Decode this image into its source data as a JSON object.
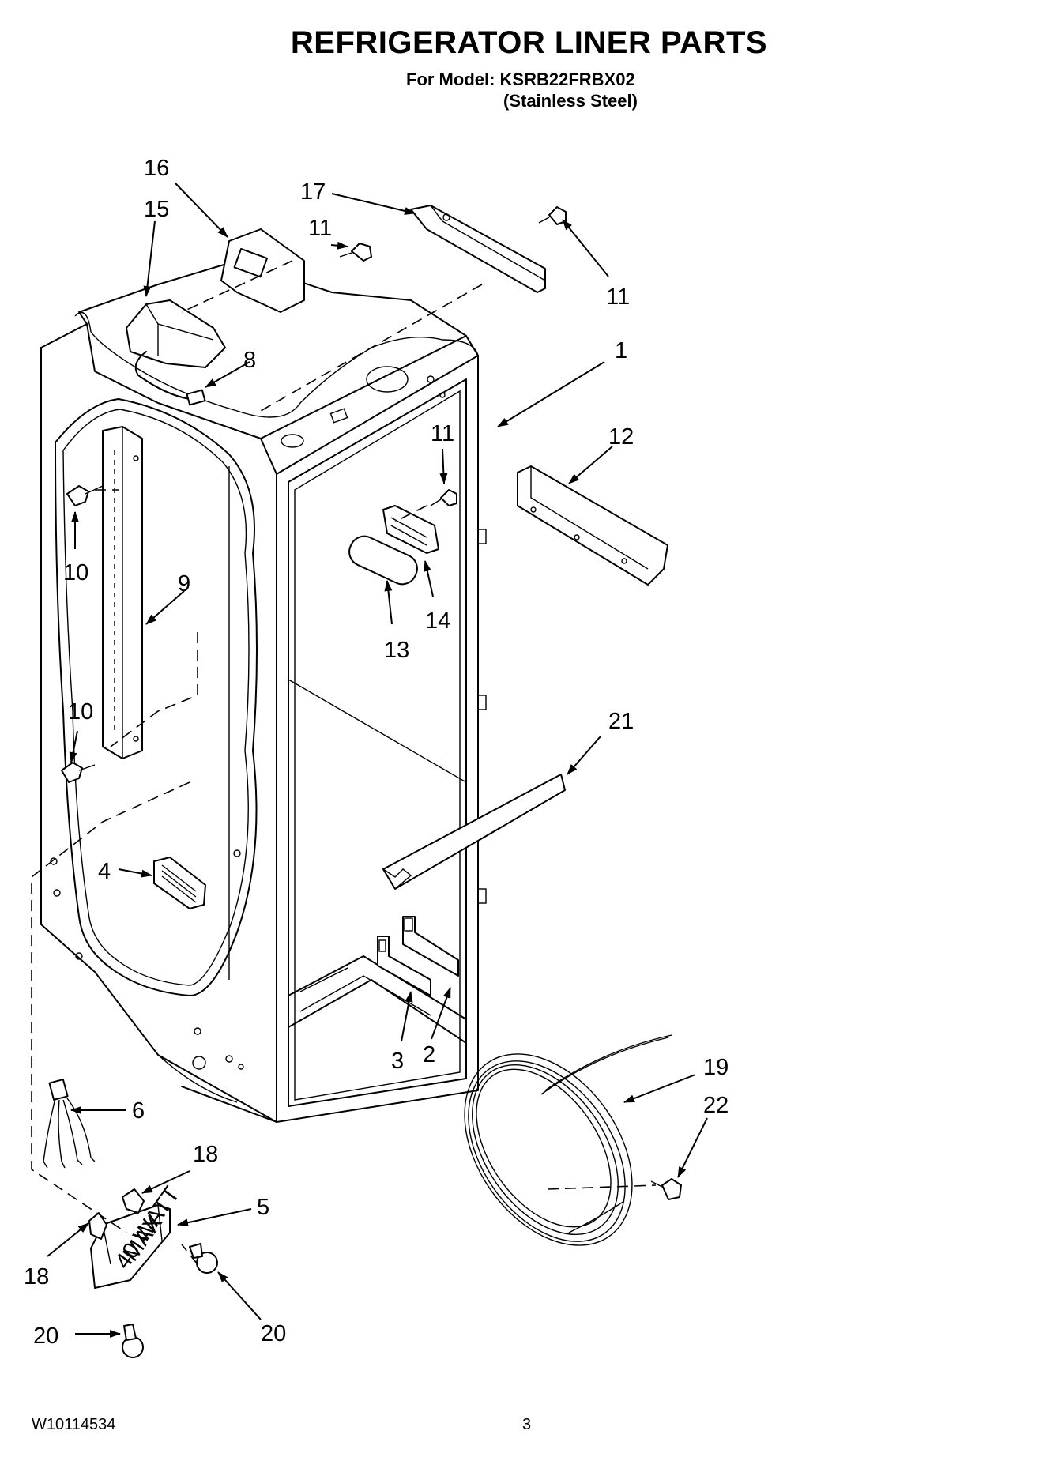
{
  "header": {
    "title": "REFRIGERATOR LINER PARTS",
    "model_line": "For Model: KSRB22FRBX02",
    "finish_line": "(Stainless Steel)"
  },
  "callouts": [
    {
      "id": "c1",
      "label": "1"
    },
    {
      "id": "c2",
      "label": "2"
    },
    {
      "id": "c3",
      "label": "3"
    },
    {
      "id": "c4",
      "label": "4"
    },
    {
      "id": "c5",
      "label": "5"
    },
    {
      "id": "c6",
      "label": "6"
    },
    {
      "id": "c8",
      "label": "8"
    },
    {
      "id": "c9",
      "label": "9"
    },
    {
      "id": "c10a",
      "label": "10"
    },
    {
      "id": "c10b",
      "label": "10"
    },
    {
      "id": "c11a",
      "label": "11"
    },
    {
      "id": "c11b",
      "label": "11"
    },
    {
      "id": "c11c",
      "label": "11"
    },
    {
      "id": "c12",
      "label": "12"
    },
    {
      "id": "c13",
      "label": "13"
    },
    {
      "id": "c14",
      "label": "14"
    },
    {
      "id": "c15",
      "label": "15"
    },
    {
      "id": "c16",
      "label": "16"
    },
    {
      "id": "c17",
      "label": "17"
    },
    {
      "id": "c18a",
      "label": "18"
    },
    {
      "id": "c18b",
      "label": "18"
    },
    {
      "id": "c19",
      "label": "19"
    },
    {
      "id": "c20a",
      "label": "20"
    },
    {
      "id": "c20b",
      "label": "20"
    },
    {
      "id": "c21",
      "label": "21"
    },
    {
      "id": "c22",
      "label": "22"
    }
  ],
  "part_text": {
    "lamp_socket_line1": "MAX",
    "lamp_socket_line2": "40 WATT"
  },
  "footer": {
    "doc_number": "W10114534",
    "page_number": "3"
  }
}
